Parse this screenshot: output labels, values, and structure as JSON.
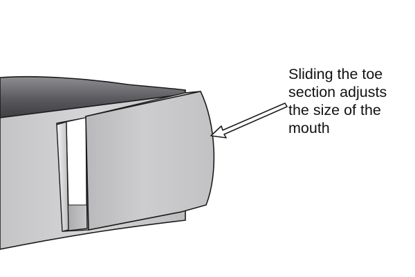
{
  "annotation": {
    "lines": [
      "Sliding the toe",
      "section adjusts",
      "the size of the",
      "mouth"
    ]
  },
  "colors": {
    "body_light": "#d4d4d6",
    "body_mid": "#b2b2b5",
    "body_dark": "#58585c",
    "toe_face": "#c6c6c9",
    "outline": "#1a1a1a",
    "arrow_fill": "#ffffff"
  }
}
